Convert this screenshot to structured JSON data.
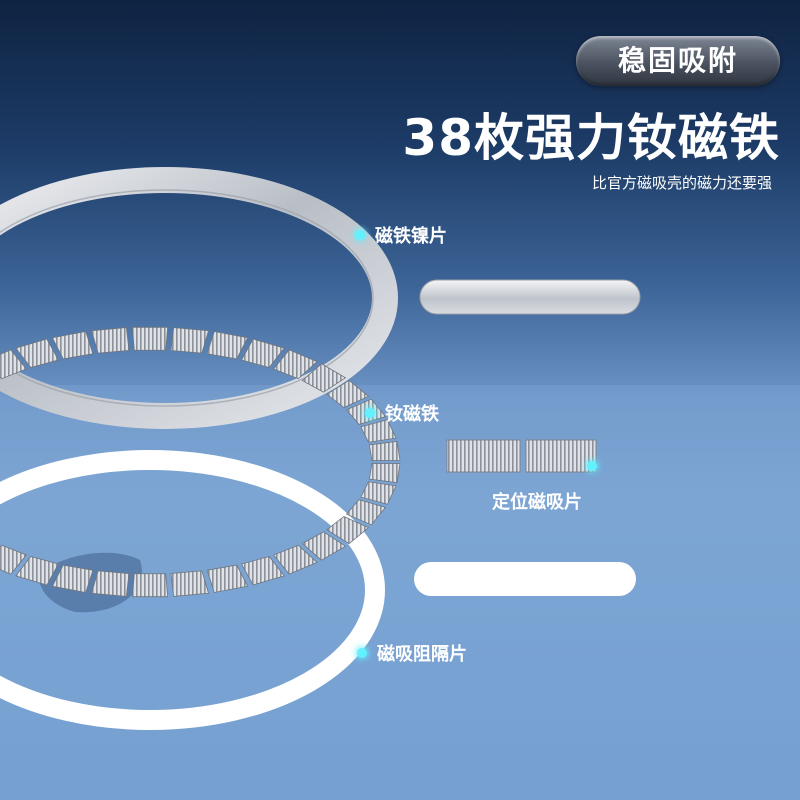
{
  "badge": {
    "label": "稳固吸附"
  },
  "headline": {
    "title": "38枚强力钕磁铁",
    "subtitle": "比官方磁吸壳的磁力还要强"
  },
  "callouts": [
    {
      "label": "磁铁镍片"
    },
    {
      "label": "钕磁铁"
    },
    {
      "label": "定位磁吸片"
    },
    {
      "label": "磁吸阻隔片"
    }
  ],
  "magnet_count": 38,
  "colors": {
    "accent_dot": "#63f0ff",
    "ring_white": "#ffffff",
    "metal": "#c8ccd2"
  }
}
